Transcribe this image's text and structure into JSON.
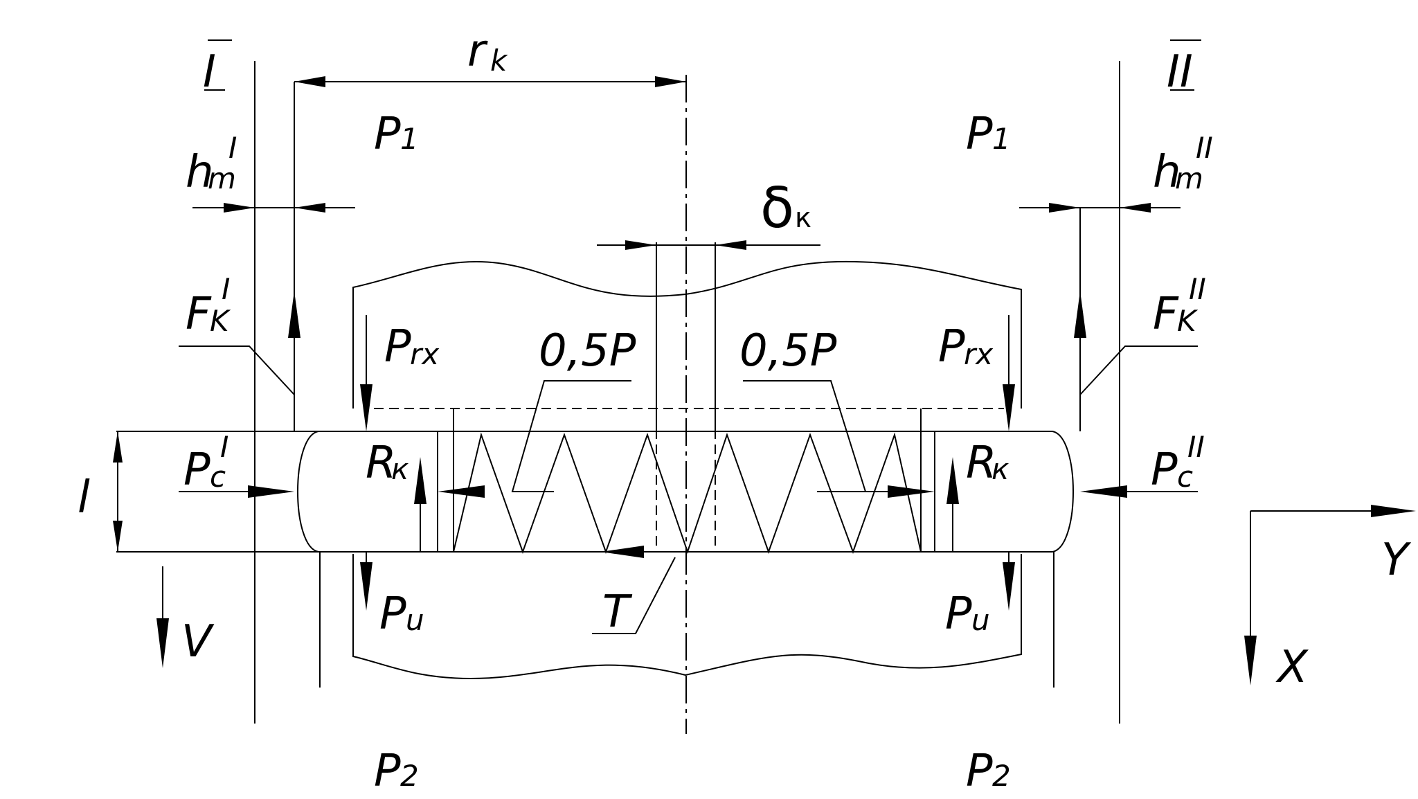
{
  "labels": {
    "section_1": "I",
    "section_2": "II",
    "r_k": "r",
    "r_k_sub": "k",
    "p1_left": "P",
    "p1_left_sub": "1",
    "p1_right": "P",
    "p1_right_sub": "1",
    "p2_left": "P",
    "p2_left_sub": "2",
    "p2_right": "P",
    "p2_right_sub": "2",
    "hm_left": "h",
    "hm_left_sub": "m",
    "hm_left_sup": "I",
    "hm_right": "h",
    "hm_right_sub": "m",
    "hm_right_sup": "II",
    "delta": "δ",
    "delta_sub": "к",
    "fk_left": "F",
    "fk_left_sub": "K",
    "fk_left_sup": "I",
    "fk_right": "F",
    "fk_right_sub": "K",
    "fk_right_sup": "II",
    "prx_left": "P",
    "prx_left_sub": "rx",
    "prx_right": "P",
    "prx_right_sub": "rx",
    "half_p_left": "0,5P",
    "half_p_right": "0,5P",
    "pc_left": "P",
    "pc_left_sub": "c",
    "pc_left_sup": "I",
    "pc_right": "P",
    "pc_right_sub": "c",
    "pc_right_sup": "II",
    "rk_left": "R",
    "rk_left_sub": "к",
    "rk_right": "R",
    "rk_right_sub": "к",
    "l": "l",
    "v": "V",
    "pu_left": "P",
    "pu_left_sub": "u",
    "pu_right": "P",
    "pu_right_sub": "u",
    "t": "T",
    "axis_y": "Y",
    "axis_x": "X"
  }
}
